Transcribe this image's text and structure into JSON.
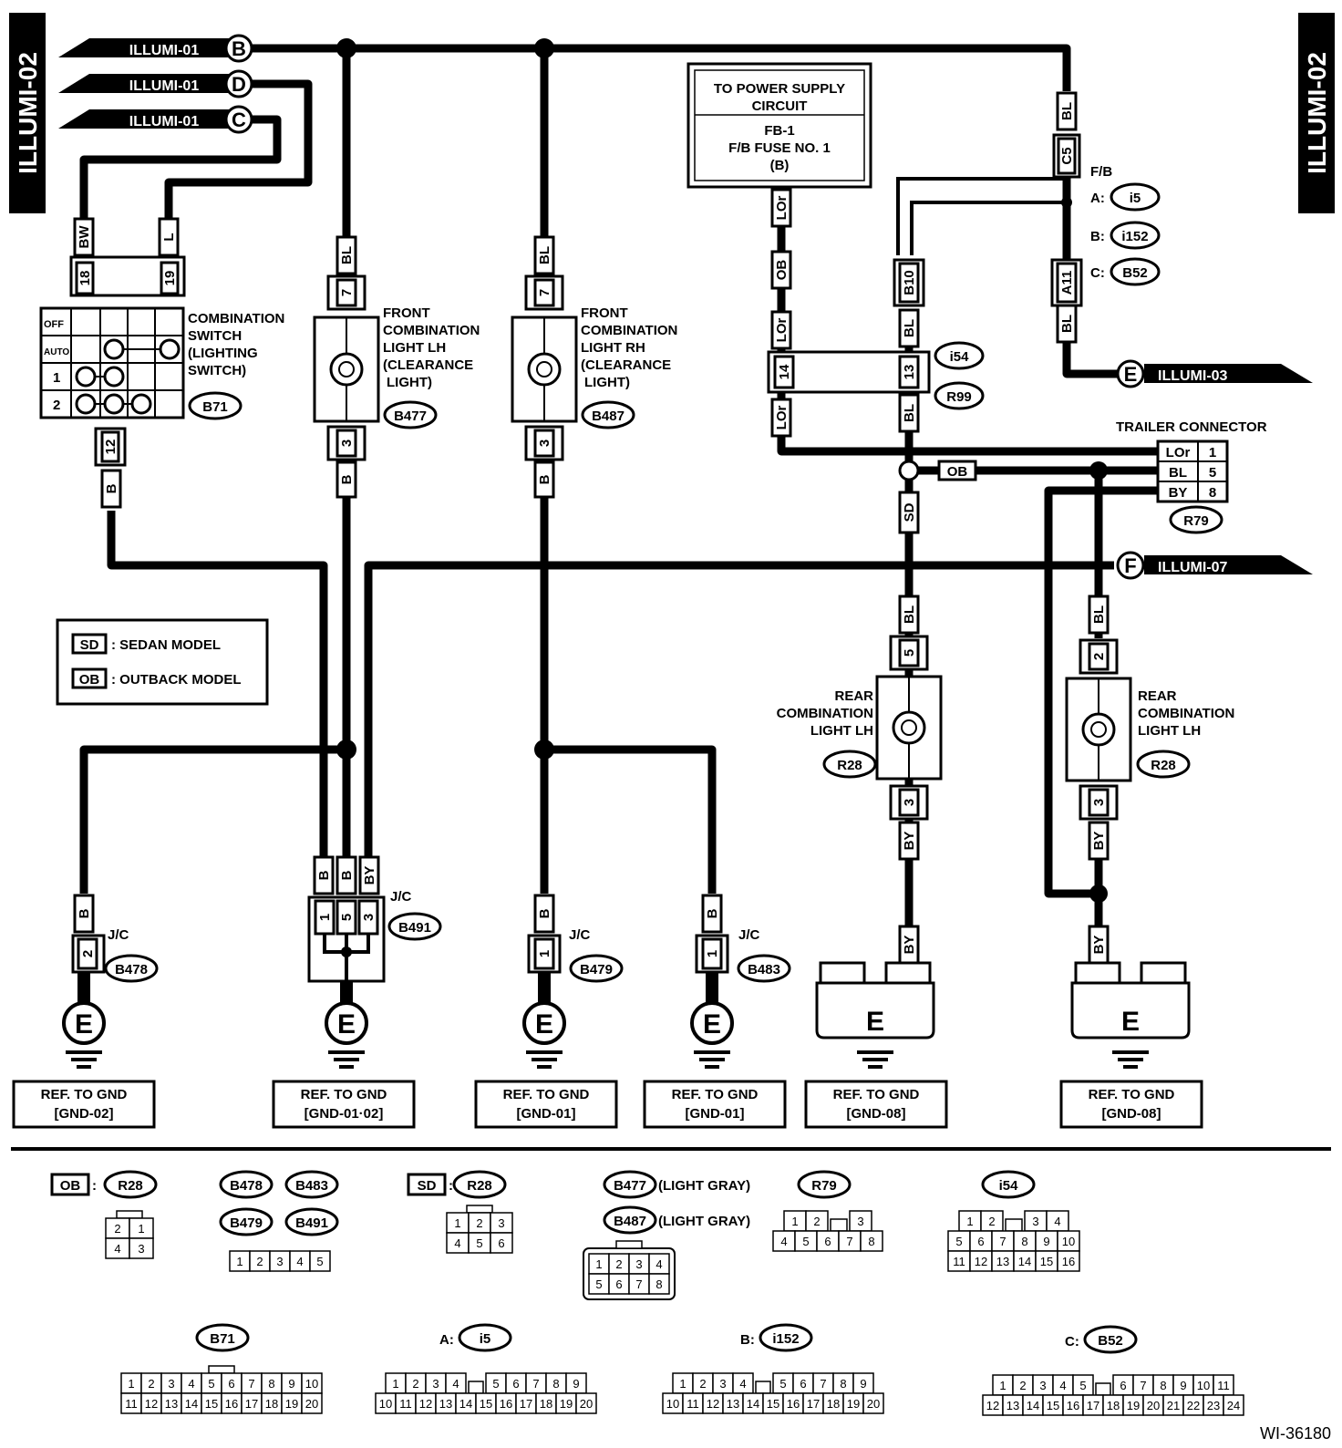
{
  "side_labels": {
    "left": "ILLUMI-02",
    "right": "ILLUMI-02"
  },
  "arrows": [
    {
      "text": "ILLUMI-01",
      "letter": "B"
    },
    {
      "text": "ILLUMI-01",
      "letter": "D"
    },
    {
      "text": "ILLUMI-01",
      "letter": "C"
    },
    {
      "text": "ILLUMI-03",
      "letter": "E"
    },
    {
      "text": "ILLUMI-07",
      "letter": "F"
    }
  ],
  "power_box": {
    "line1": "TO POWER SUPPLY",
    "line2": "CIRCUIT",
    "line3": "FB-1",
    "line4": "F/B FUSE NO. 1",
    "line5": "(B)"
  },
  "fb": {
    "title": "F/B",
    "a_label": "A:",
    "a": "i5",
    "b_label": "B:",
    "b": "i152",
    "c_label": "C:",
    "c": "B52"
  },
  "combination_switch": {
    "label_lines": [
      "COMBINATION",
      "SWITCH",
      "(LIGHTING",
      "SWITCH)"
    ],
    "connector": "B71",
    "rows": [
      "OFF",
      "AUTO",
      "1",
      "2"
    ],
    "pins": [
      "18",
      "19",
      "12"
    ],
    "wires": [
      "BW",
      "L",
      "B"
    ]
  },
  "front_lh": {
    "label_lines": [
      "FRONT",
      "COMBINATION",
      "LIGHT LH",
      "(CLEARANCE",
      "LIGHT)"
    ],
    "connector": "B477",
    "pin_top": "7",
    "pin_bottom": "3",
    "wire_top": "BL",
    "wire_bottom": "B"
  },
  "front_rh": {
    "label_lines": [
      "FRONT",
      "COMBINATION",
      "LIGHT RH",
      "(CLEARANCE",
      "LIGHT)"
    ],
    "connector": "B487",
    "pin_top": "7",
    "pin_bottom": "3",
    "wire_top": "BL",
    "wire_bottom": "B"
  },
  "i54": {
    "connector_a": "i54",
    "connector_b": "R99",
    "pin_left": "14",
    "pin_right": "13"
  },
  "wire_codes": {
    "LOr": "LOr",
    "OB": "OB",
    "BL": "BL",
    "B": "B",
    "BY": "BY",
    "SD": "SD",
    "C5": "C5",
    "A11": "A11",
    "B10": "B10"
  },
  "trailer": {
    "title": "TRAILER CONNECTOR",
    "connector": "R79",
    "rows": [
      {
        "wire": "LOr",
        "pin": "1"
      },
      {
        "wire": "BL",
        "pin": "5"
      },
      {
        "wire": "BY",
        "pin": "8"
      }
    ]
  },
  "rear_sd": {
    "label_lines": [
      "REAR",
      "COMBINATION",
      "LIGHT LH"
    ],
    "connector": "R28",
    "pin_top": "5",
    "pin_bottom": "3"
  },
  "rear_ob": {
    "label_lines": [
      "REAR",
      "COMBINATION",
      "LIGHT LH"
    ],
    "connector": "R28",
    "pin_top": "2",
    "pin_bottom": "3"
  },
  "legend": {
    "sd_code": "SD",
    "sd_text": ": SEDAN MODEL",
    "ob_code": "OB",
    "ob_text": ": OUTBACK MODEL"
  },
  "jc": {
    "label": "J/C",
    "b478": "B478",
    "b491": "B491",
    "b479": "B479",
    "b483": "B483",
    "b491_pins": [
      "1",
      "5",
      "3"
    ],
    "b491_wires": [
      "B",
      "B",
      "BY"
    ],
    "pin_2": "2",
    "pin_1": "1"
  },
  "ground_letter": "E",
  "grounds": [
    {
      "line1": "REF. TO GND",
      "line2": "[GND-02]"
    },
    {
      "line1": "REF. TO GND",
      "line2": "[GND-01·02]"
    },
    {
      "line1": "REF. TO GND",
      "line2": "[GND-01]"
    },
    {
      "line1": "REF. TO GND",
      "line2": "[GND-01]"
    },
    {
      "line1": "REF. TO GND",
      "line2": "[GND-08]"
    },
    {
      "line1": "REF. TO GND",
      "line2": "[GND-08]"
    }
  ],
  "connector_views": {
    "ob_r28": {
      "code": "OB",
      "sep": ":",
      "name": "R28",
      "rows": [
        [
          "2",
          "1"
        ],
        [
          "4",
          "3"
        ]
      ]
    },
    "jc_group": {
      "names": [
        "B478",
        "B483",
        "B479",
        "B491"
      ],
      "rows": [
        [
          "1",
          "2",
          "3",
          "4",
          "5"
        ]
      ]
    },
    "sd_r28": {
      "code": "SD",
      "sep": ":",
      "name": "R28",
      "rows": [
        [
          "1",
          "2",
          "3"
        ],
        [
          "4",
          "5",
          "6"
        ]
      ]
    },
    "b477_b487": {
      "names": [
        "B477",
        "B487"
      ],
      "colors": [
        "(LIGHT GRAY)",
        "(LIGHT GRAY)"
      ],
      "rows": [
        [
          "1",
          "2",
          "3",
          "4"
        ],
        [
          "5",
          "6",
          "7",
          "8"
        ]
      ]
    },
    "r79": {
      "name": "R79",
      "rows": [
        [
          "1",
          "2",
          "",
          "3"
        ],
        [
          "4",
          "5",
          "6",
          "7",
          "8"
        ]
      ]
    },
    "i54": {
      "name": "i54",
      "rows": [
        [
          "1",
          "2",
          "",
          "3",
          "4"
        ],
        [
          "5",
          "6",
          "7",
          "8",
          "9",
          "10"
        ],
        [
          "11",
          "12",
          "13",
          "14",
          "15",
          "16"
        ]
      ]
    },
    "b71": {
      "name": "B71",
      "rows": [
        [
          "1",
          "2",
          "3",
          "4",
          "5",
          "6",
          "7",
          "8",
          "9",
          "10"
        ],
        [
          "11",
          "12",
          "13",
          "14",
          "15",
          "16",
          "17",
          "18",
          "19",
          "20"
        ]
      ]
    },
    "i5": {
      "prefix": "A:",
      "name": "i5",
      "rows": [
        [
          "1",
          "2",
          "3",
          "4",
          "",
          "5",
          "6",
          "7",
          "8",
          "9"
        ],
        [
          "10",
          "11",
          "12",
          "13",
          "14",
          "15",
          "16",
          "17",
          "18",
          "19",
          "20"
        ]
      ]
    },
    "i152": {
      "prefix": "B:",
      "name": "i152",
      "rows": [
        [
          "1",
          "2",
          "3",
          "4",
          "",
          "5",
          "6",
          "7",
          "8",
          "9"
        ],
        [
          "10",
          "11",
          "12",
          "13",
          "14",
          "15",
          "16",
          "17",
          "18",
          "19",
          "20"
        ]
      ]
    },
    "b52": {
      "prefix": "C:",
      "name": "B52",
      "rows": [
        [
          "1",
          "2",
          "3",
          "4",
          "5",
          "",
          "6",
          "7",
          "8",
          "9",
          "10",
          "11"
        ],
        [
          "12",
          "13",
          "14",
          "15",
          "16",
          "17",
          "18",
          "19",
          "20",
          "21",
          "22",
          "23",
          "24"
        ]
      ]
    }
  },
  "doc_id": "WI-36180"
}
